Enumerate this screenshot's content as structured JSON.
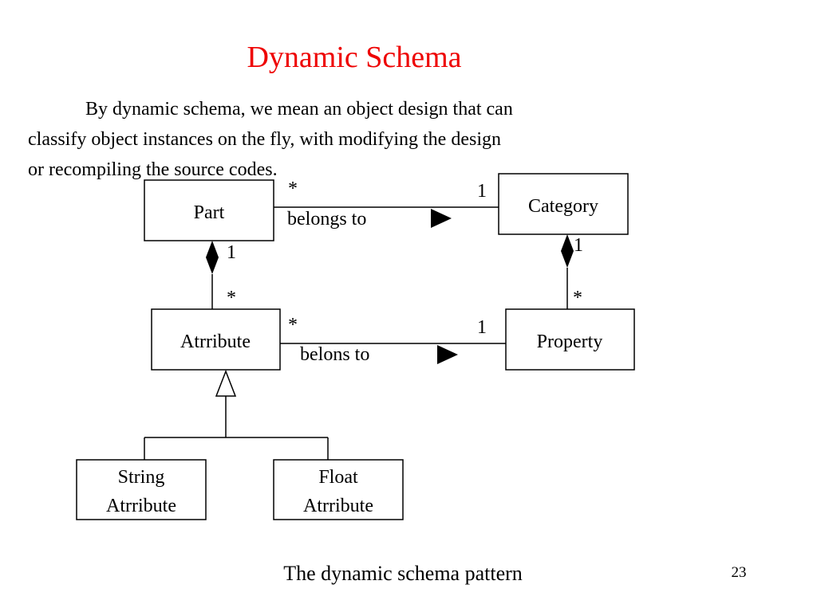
{
  "slide": {
    "title": "Dynamic Schema",
    "title_color": "#ee0000",
    "paragraph_lines": [
      "By dynamic schema, we mean an object design that can",
      "classify object instances on the fly, with modifying the design",
      "or recompiling the source codes."
    ],
    "caption": "The dynamic schema pattern",
    "page_number": "23"
  },
  "diagram": {
    "classes": {
      "part": "Part",
      "category": "Category",
      "attribute": "Atrribute",
      "property": "Property",
      "string_attribute": [
        "String",
        "Atrribute"
      ],
      "float_attribute": [
        "Float",
        "Atrribute"
      ]
    },
    "associations": {
      "part_category": {
        "label": "belongs to",
        "source_multiplicity": "*",
        "target_multiplicity": "1"
      },
      "attribute_property": {
        "label": "belons to",
        "source_multiplicity": "*",
        "target_multiplicity": "1"
      },
      "part_attribute": {
        "whole_multiplicity": "1",
        "part_multiplicity": "*"
      },
      "category_property": {
        "whole_multiplicity": "1",
        "part_multiplicity": "*"
      }
    }
  }
}
